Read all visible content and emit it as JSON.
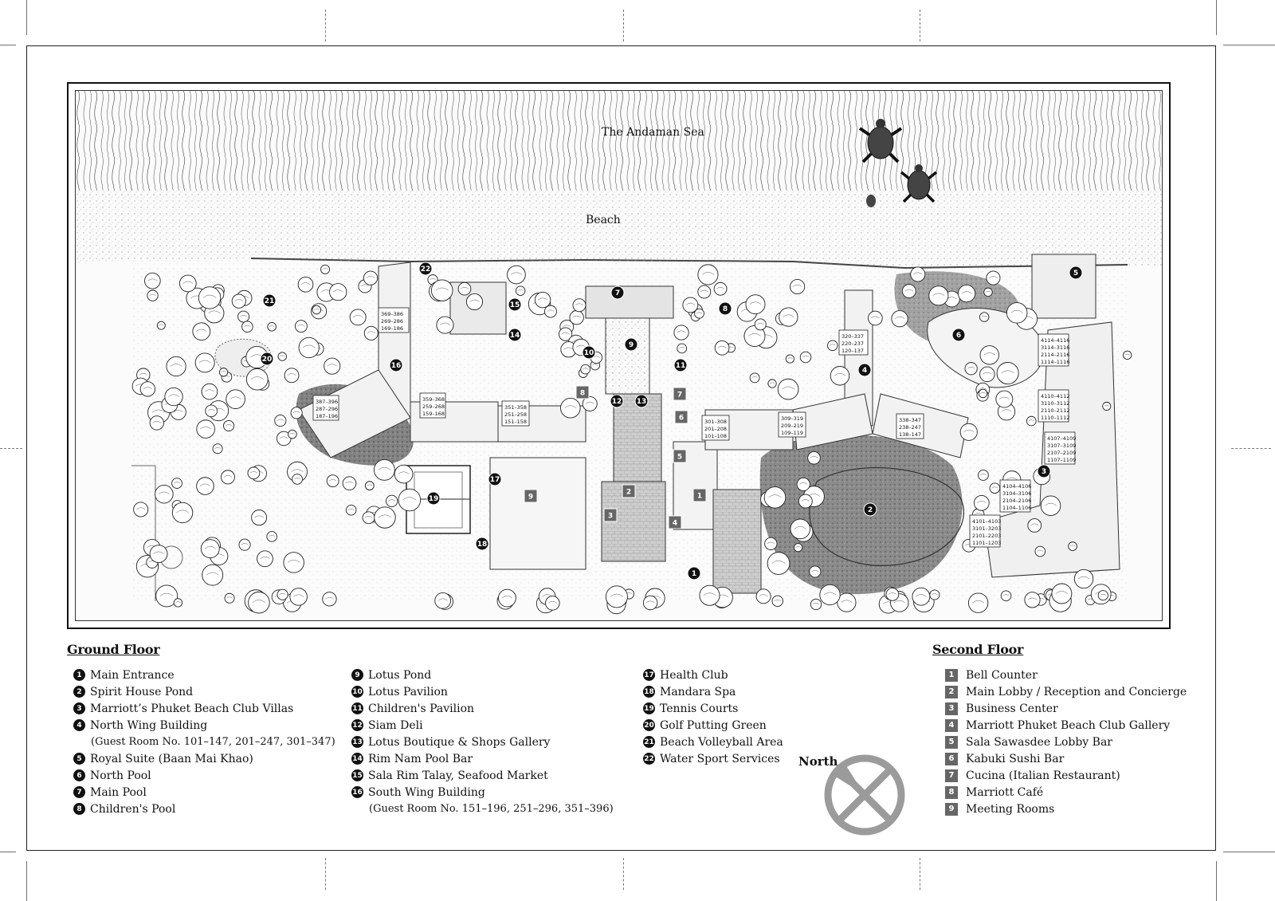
{
  "map": {
    "sea_label": "The Andaman Sea",
    "beach_label": "Beach",
    "room_blocks": [
      {
        "lines": [
          "369–386",
          "269–286",
          "169–186"
        ]
      },
      {
        "lines": [
          "387–396",
          "287–296",
          "187–196"
        ]
      },
      {
        "lines": [
          "359–368",
          "259–268",
          "159–168"
        ]
      },
      {
        "lines": [
          "351–358",
          "251–258",
          "151–158"
        ]
      },
      {
        "lines": [
          "320–337",
          "220–237",
          "120–137"
        ]
      },
      {
        "lines": [
          "301–308",
          "201–208",
          "101–108"
        ]
      },
      {
        "lines": [
          "309–319",
          "209–219",
          "109–119"
        ]
      },
      {
        "lines": [
          "338–347",
          "238–247",
          "138–147"
        ]
      },
      {
        "lines": [
          "4114–4116",
          "3114–3116",
          "2114–2116",
          "1114–1116"
        ]
      },
      {
        "lines": [
          "4110–4112",
          "3110–3112",
          "2110–2112",
          "1110–1112"
        ]
      },
      {
        "lines": [
          "4107–4109",
          "3107–3109",
          "2107–2109",
          "1107–1109"
        ]
      },
      {
        "lines": [
          "4104–4106",
          "3104–3106",
          "2104–2106",
          "1104–1106"
        ]
      },
      {
        "lines": [
          "4101–4103",
          "3101–3203",
          "2101–2203",
          "1101–1203"
        ]
      }
    ],
    "ground_markers": [
      "1",
      "2",
      "3",
      "4",
      "5",
      "6",
      "7",
      "8",
      "9",
      "10",
      "11",
      "12",
      "13",
      "14",
      "15",
      "16",
      "17",
      "18",
      "19",
      "20",
      "21",
      "22"
    ],
    "second_markers": [
      "1",
      "2",
      "3",
      "4",
      "5",
      "6",
      "7",
      "8",
      "9"
    ]
  },
  "legend": {
    "ground": {
      "heading": "Ground Floor",
      "col1": [
        {
          "num": "1",
          "label": "Main Entrance"
        },
        {
          "num": "2",
          "label": "Spirit House Pond"
        },
        {
          "num": "3",
          "label": "Marriott’s Phuket Beach Club Villas"
        },
        {
          "num": "4",
          "label": "North Wing Building"
        },
        {
          "num": "",
          "label": "(Guest Room No. 101–147, 201–247, 301–347)"
        },
        {
          "num": "5",
          "label": "Royal Suite (Baan Mai Khao)"
        },
        {
          "num": "6",
          "label": "North Pool"
        },
        {
          "num": "7",
          "label": "Main Pool"
        },
        {
          "num": "8",
          "label": "Children's Pool"
        }
      ],
      "col2": [
        {
          "num": "9",
          "label": "Lotus Pond"
        },
        {
          "num": "10",
          "label": "Lotus Pavilion"
        },
        {
          "num": "11",
          "label": "Children's Pavilion"
        },
        {
          "num": "12",
          "label": "Siam Deli"
        },
        {
          "num": "13",
          "label": "Lotus Boutique & Shops Gallery"
        },
        {
          "num": "14",
          "label": "Rim Nam Pool Bar"
        },
        {
          "num": "15",
          "label": "Sala Rim Talay, Seafood Market"
        },
        {
          "num": "16",
          "label": "South Wing Building"
        },
        {
          "num": "",
          "label": "(Guest Room No. 151–196, 251–296, 351–396)"
        }
      ],
      "col3": [
        {
          "num": "17",
          "label": "Health Club"
        },
        {
          "num": "18",
          "label": "Mandara Spa"
        },
        {
          "num": "19",
          "label": "Tennis Courts"
        },
        {
          "num": "20",
          "label": "Golf Putting Green"
        },
        {
          "num": "21",
          "label": "Beach Volleyball Area"
        },
        {
          "num": "22",
          "label": "Water Sport Services"
        }
      ]
    },
    "second": {
      "heading": "Second Floor",
      "items": [
        {
          "num": "1",
          "label": "Bell Counter"
        },
        {
          "num": "2",
          "label": "Main Lobby / Reception and Concierge"
        },
        {
          "num": "3",
          "label": "Business Center"
        },
        {
          "num": "4",
          "label": "Marriott Phuket Beach Club Gallery"
        },
        {
          "num": "5",
          "label": "Sala Sawasdee Lobby Bar"
        },
        {
          "num": "6",
          "label": "Kabuki Sushi Bar"
        },
        {
          "num": "7",
          "label": "Cucina (Italian Restaurant)"
        },
        {
          "num": "8",
          "label": "Marriott Café"
        },
        {
          "num": "9",
          "label": "Meeting Rooms"
        }
      ]
    }
  },
  "north": {
    "label": "North",
    "icon": "compass-north-icon",
    "color": "#9b9b9b"
  }
}
